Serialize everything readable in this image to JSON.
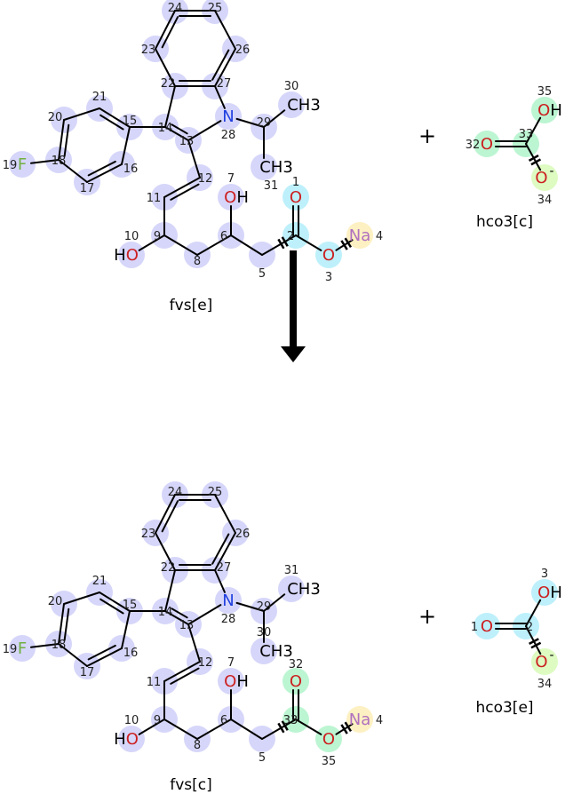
{
  "colors": {
    "lavender": "#d6d6fa",
    "cyan": "#bdf0fb",
    "green": "#bcf5d2",
    "yellow": "#fdf0c2",
    "lime": "#defbc2",
    "O": "#cc2020",
    "N": "#2040e0",
    "F": "#70b040",
    "Na": "#b070c0",
    "C": "#000000"
  },
  "reaction": {
    "plus_top": "+",
    "plus_bottom": "+",
    "arrow": "reaction-arrow"
  },
  "molecules": {
    "fvs_e": {
      "name": "fvs[e]",
      "atoms": [
        {
          "n": "1",
          "el": "O",
          "color": "O",
          "hl": "cyan"
        },
        {
          "n": "2",
          "el": "",
          "hl": "cyan"
        },
        {
          "n": "3",
          "el": "O",
          "color": "O",
          "hl": "cyan"
        },
        {
          "n": "4",
          "el": "Na",
          "color": "Na",
          "hl": "yellow"
        },
        {
          "n": "5",
          "el": "",
          "hl": "lavender"
        },
        {
          "n": "6",
          "el": "",
          "hl": "lavender"
        },
        {
          "n": "7",
          "el": "O",
          "suffix": "H",
          "color": "O",
          "hl": "lavender"
        },
        {
          "n": "8",
          "el": "",
          "hl": "lavender"
        },
        {
          "n": "9",
          "el": "",
          "hl": "lavender"
        },
        {
          "n": "10",
          "el": "O",
          "prefix": "H",
          "color": "O",
          "hl": "lavender"
        },
        {
          "n": "11",
          "el": "",
          "hl": "lavender"
        },
        {
          "n": "12",
          "el": "",
          "hl": "lavender"
        },
        {
          "n": "13",
          "el": "",
          "hl": "lavender"
        },
        {
          "n": "14",
          "el": "",
          "hl": "lavender"
        },
        {
          "n": "15",
          "el": "",
          "hl": "lavender"
        },
        {
          "n": "16",
          "el": "",
          "hl": "lavender"
        },
        {
          "n": "17",
          "el": "",
          "hl": "lavender"
        },
        {
          "n": "18",
          "el": "",
          "hl": "lavender"
        },
        {
          "n": "19",
          "el": "F",
          "color": "F",
          "hl": "lavender"
        },
        {
          "n": "20",
          "el": "",
          "hl": "lavender"
        },
        {
          "n": "21",
          "el": "",
          "hl": "lavender"
        },
        {
          "n": "22",
          "el": "",
          "hl": "lavender"
        },
        {
          "n": "23",
          "el": "",
          "hl": "lavender"
        },
        {
          "n": "24",
          "el": "",
          "hl": "lavender"
        },
        {
          "n": "25",
          "el": "",
          "hl": "lavender"
        },
        {
          "n": "26",
          "el": "",
          "hl": "lavender"
        },
        {
          "n": "27",
          "el": "",
          "hl": "lavender"
        },
        {
          "n": "28",
          "el": "N",
          "color": "N",
          "hl": "lavender"
        },
        {
          "n": "29",
          "el": "",
          "hl": "lavender"
        },
        {
          "n": "30",
          "el": "CH3",
          "color": "C",
          "hl": "lavender"
        },
        {
          "n": "31",
          "el": "CH3",
          "color": "C",
          "hl": "lavender"
        }
      ]
    },
    "hco3_c": {
      "name": "hco3[c]",
      "atoms": [
        {
          "n": "32",
          "el": "O",
          "color": "O",
          "hl": "green"
        },
        {
          "n": "33",
          "el": "",
          "hl": "green"
        },
        {
          "n": "35",
          "el": "O",
          "suffix": "H",
          "color": "O",
          "hl": "green"
        },
        {
          "n": "34",
          "el": "O",
          "charge": "-",
          "color": "O",
          "hl": "lime"
        }
      ]
    },
    "fvs_c": {
      "name": "fvs[c]",
      "atoms": [
        {
          "n": "32",
          "el": "O",
          "color": "O",
          "hl": "green"
        },
        {
          "n": "33",
          "el": "",
          "hl": "green"
        },
        {
          "n": "35",
          "el": "O",
          "color": "O",
          "hl": "green"
        },
        {
          "n": "4",
          "el": "Na",
          "color": "Na",
          "hl": "yellow"
        },
        {
          "n": "5",
          "el": "",
          "hl": "lavender"
        },
        {
          "n": "6",
          "el": "",
          "hl": "lavender"
        },
        {
          "n": "7",
          "el": "O",
          "suffix": "H",
          "color": "O",
          "hl": "lavender"
        },
        {
          "n": "8",
          "el": "",
          "hl": "lavender"
        },
        {
          "n": "9",
          "el": "",
          "hl": "lavender"
        },
        {
          "n": "10",
          "el": "O",
          "prefix": "H",
          "color": "O",
          "hl": "lavender"
        },
        {
          "n": "11",
          "el": "",
          "hl": "lavender"
        },
        {
          "n": "12",
          "el": "",
          "hl": "lavender"
        },
        {
          "n": "13",
          "el": "",
          "hl": "lavender"
        },
        {
          "n": "14",
          "el": "",
          "hl": "lavender"
        },
        {
          "n": "15",
          "el": "",
          "hl": "lavender"
        },
        {
          "n": "16",
          "el": "",
          "hl": "lavender"
        },
        {
          "n": "17",
          "el": "",
          "hl": "lavender"
        },
        {
          "n": "18",
          "el": "",
          "hl": "lavender"
        },
        {
          "n": "19",
          "el": "F",
          "color": "F",
          "hl": "lavender"
        },
        {
          "n": "20",
          "el": "",
          "hl": "lavender"
        },
        {
          "n": "21",
          "el": "",
          "hl": "lavender"
        },
        {
          "n": "22",
          "el": "",
          "hl": "lavender"
        },
        {
          "n": "23",
          "el": "",
          "hl": "lavender"
        },
        {
          "n": "24",
          "el": "",
          "hl": "lavender"
        },
        {
          "n": "25",
          "el": "",
          "hl": "lavender"
        },
        {
          "n": "26",
          "el": "",
          "hl": "lavender"
        },
        {
          "n": "27",
          "el": "",
          "hl": "lavender"
        },
        {
          "n": "28",
          "el": "N",
          "color": "N",
          "hl": "lavender"
        },
        {
          "n": "29",
          "el": "",
          "hl": "lavender"
        },
        {
          "n": "31",
          "el": "CH3",
          "color": "C",
          "hl": "lavender"
        },
        {
          "n": "30",
          "el": "CH3",
          "color": "C",
          "hl": "lavender"
        }
      ]
    },
    "hco3_e": {
      "name": "hco3[e]",
      "atoms": [
        {
          "n": "1",
          "el": "O",
          "color": "O",
          "hl": "cyan"
        },
        {
          "n": "2",
          "el": "",
          "hl": "cyan"
        },
        {
          "n": "3",
          "el": "O",
          "suffix": "H",
          "color": "O",
          "hl": "cyan"
        },
        {
          "n": "34",
          "el": "O",
          "charge": "-",
          "color": "O",
          "hl": "lime"
        }
      ]
    }
  }
}
